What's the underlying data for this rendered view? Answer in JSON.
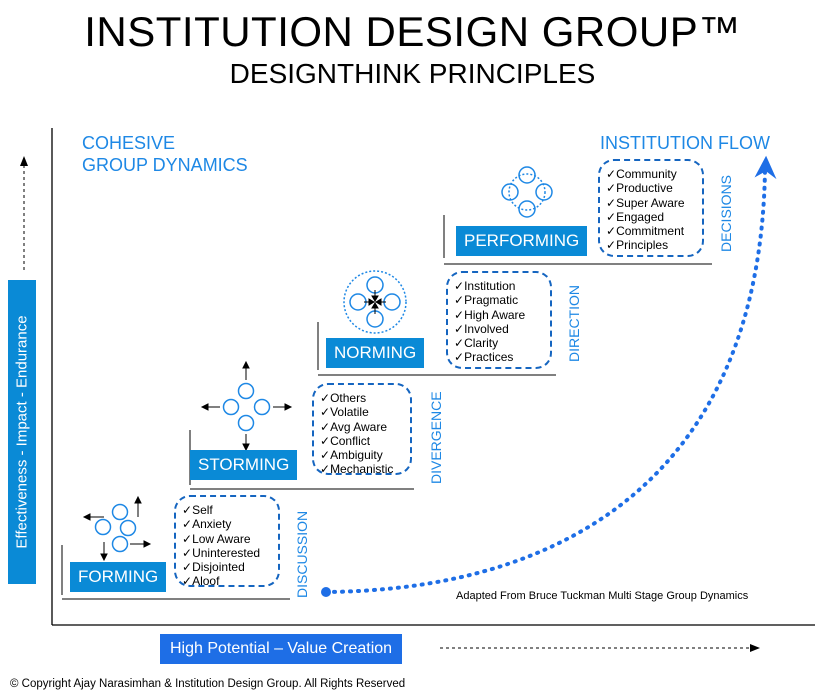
{
  "header": {
    "title": "INSTITUTION DESIGN GROUP™",
    "subtitle": "DESIGNTHINK PRINCIPLES"
  },
  "corner_labels": {
    "cohesive_line1": "COHESIVE",
    "cohesive_line2": "GROUP DYNAMICS",
    "institution_flow": "INSTITUTION FLOW"
  },
  "stages": [
    {
      "label": "FORMING",
      "side_label": "DISCUSSION",
      "items": [
        "Self",
        "Anxiety",
        "Low Aware",
        "Uninterested",
        "Disjointed",
        "Aloof"
      ]
    },
    {
      "label": "STORMING",
      "side_label": "DIVERGENCE",
      "items": [
        "Others",
        "Volatile",
        "Avg Aware",
        "Conflict",
        "Ambiguity",
        "Mechanistic"
      ]
    },
    {
      "label": "NORMING",
      "side_label": "DIRECTION",
      "items": [
        "Institution",
        "Pragmatic",
        "High Aware",
        "Involved",
        "Clarity",
        "Practices"
      ]
    },
    {
      "label": "PERFORMING",
      "side_label": "DECISIONS",
      "items": [
        "Community",
        "Productive",
        "Super Aware",
        "Engaged",
        "Commitment",
        "Principles"
      ]
    }
  ],
  "check_mark": "✓",
  "axes": {
    "y_label": "Effectiveness - Impact - Endurance",
    "x_label": "High Potential – Value Creation"
  },
  "footer": {
    "adapted": "Adapted From Bruce Tuckman Multi Stage Group Dynamics",
    "copyright": "© Copyright Ajay Narasimhan & Institution Design Group. All Rights Reserved"
  },
  "colors": {
    "accent_blue": "#0a8ad6",
    "flow_blue": "#1e6ee6",
    "text_blue": "#1e88e5"
  }
}
